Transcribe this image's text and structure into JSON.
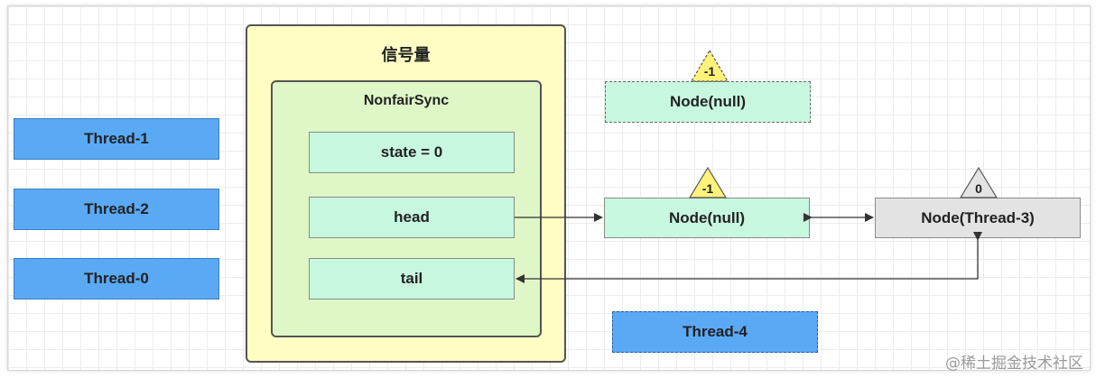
{
  "semaphore": {
    "title": "信号量"
  },
  "sync": {
    "title": "NonfairSync",
    "fields": {
      "state": "state = 0",
      "head": "head",
      "tail": "tail"
    }
  },
  "threads": [
    "Thread-1",
    "Thread-2",
    "Thread-0"
  ],
  "waiting_thread": "Thread-4",
  "nodes": {
    "top": {
      "label": "Node(null)",
      "state": "-1"
    },
    "head": {
      "label": "Node(null)",
      "state": "-1"
    },
    "tail": {
      "label": "Node(Thread-3)",
      "state": "0"
    }
  },
  "colors": {
    "thread": "#5aa9f5",
    "node": "#c8f7e0",
    "semaphore": "#fdfdc4",
    "sync": "#dff7c6",
    "tail_node": "#e3e3e3",
    "triangle": "#fff27a"
  },
  "watermark": "@稀土掘金技术社区"
}
